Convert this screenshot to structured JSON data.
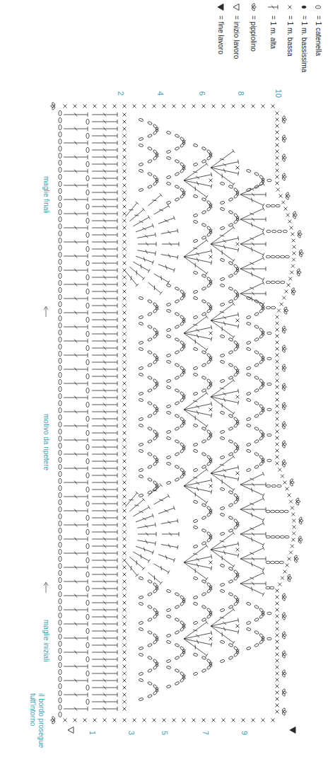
{
  "diagram": {
    "labels": [
      "maglie finali",
      "motivo da ripetere",
      "maglie iniziali",
      "il bordo prosegue tutt'intorno",
      "2",
      "4",
      "6",
      "8",
      "10",
      "1",
      "3",
      "5",
      "7",
      "9"
    ],
    "legend": [
      {
        "text": "= 1 catenella"
      },
      {
        "text": "= 1 m. bassissima"
      },
      {
        "text": "= 1 m. bassa"
      },
      {
        "text": "= 1 m. alta"
      },
      {
        "text": "= pippiolino"
      },
      {
        "text": "= inizio lavoro"
      },
      {
        "text": "= fine lavoro"
      }
    ]
  }
}
